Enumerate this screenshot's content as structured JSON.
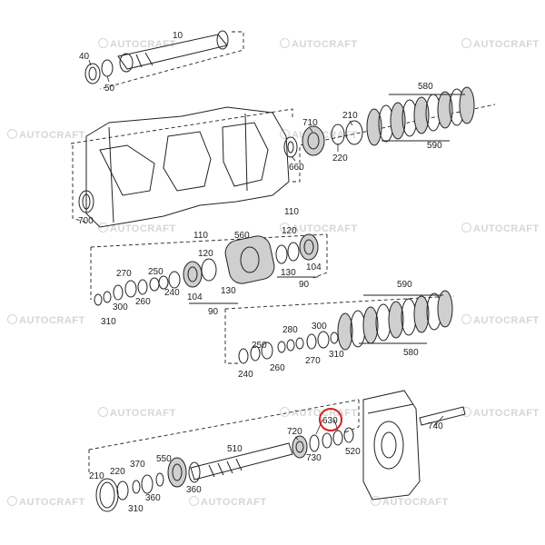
{
  "watermark": "AUTOCRAFT",
  "highlight_color": "#d81e1e",
  "highlighted_callout": "630",
  "callouts": {
    "c10": "10",
    "c40": "40",
    "c50": "50",
    "c710": "710",
    "c660": "660",
    "c210a": "210",
    "c220a": "220",
    "c580a": "580",
    "c590a": "590",
    "c700": "700",
    "c110a": "110",
    "c120a": "120",
    "c560": "560",
    "c110b": "110",
    "c120b": "120",
    "c104a": "104",
    "c130a": "130",
    "c90a": "90",
    "c104b": "104",
    "c130b": "130",
    "c90b": "90",
    "c270a": "270",
    "c250a": "250",
    "c240a": "240",
    "c260a": "260",
    "c300a": "300",
    "c310a": "310",
    "c590b": "590",
    "c580b": "580",
    "c280": "280",
    "c300b": "300",
    "c250b": "250",
    "c240b": "240",
    "c260b": "260",
    "c270b": "270",
    "c310b": "310",
    "c630": "630",
    "c720": "720",
    "c740": "740",
    "c510": "510",
    "c550": "550",
    "c730": "730",
    "c520": "520",
    "c370": "370",
    "c210b": "210",
    "c220b": "220",
    "c360a": "360",
    "c360b": "360",
    "c310c": "310"
  }
}
